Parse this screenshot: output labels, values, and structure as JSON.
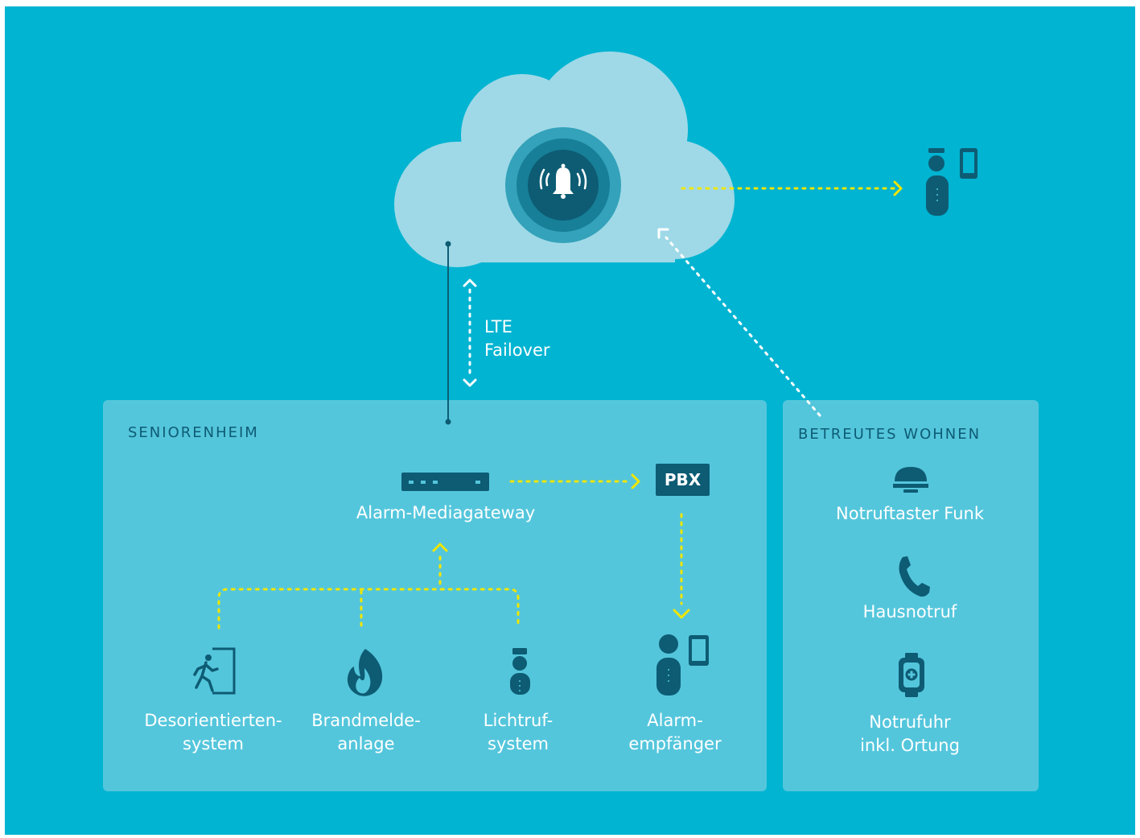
{
  "diagram": {
    "lte_label": "LTE\nFailover",
    "seniorenheim": {
      "title": "SENIORENHEIM",
      "gateway_label": "Alarm-Mediagateway",
      "pbx_label": "PBX",
      "desorientierten_label": "Desorientierten-\nsystem",
      "brandmelde_label": "Brandmelde-\nanlage",
      "lichtruf_label": "Lichtruf-\nsystem",
      "empfaenger_label": "Alarm-\nempfänger"
    },
    "betreutes_wohnen": {
      "title": "BETREUTES WOHNEN",
      "notruftaster_label": "Notruftaster Funk",
      "hausnotruf_label": "Hausnotruf",
      "notrufuhr_label": "Notrufuhr\ninkl. Ortung"
    }
  },
  "icons": {
    "alarm-bell": "alarm-bell-icon",
    "nurse-phone": "nurse-with-phone-icon",
    "gateway": "gateway-device-icon",
    "emergency-exit": "emergency-exit-icon",
    "fire": "fire-icon",
    "nurse": "nurse-icon",
    "person-phone": "person-with-phone-icon",
    "button": "emergency-button-icon",
    "phone": "phone-handset-icon",
    "watch": "emergency-watch-icon"
  },
  "colors": {
    "background": "#00b4d2",
    "panel": "#54c6dc",
    "cloud": "#9fd9e7",
    "dark": "#0d5c74",
    "connector_yellow": "#f0e600",
    "connector_white": "#ffffff",
    "text": "#ffffff"
  }
}
